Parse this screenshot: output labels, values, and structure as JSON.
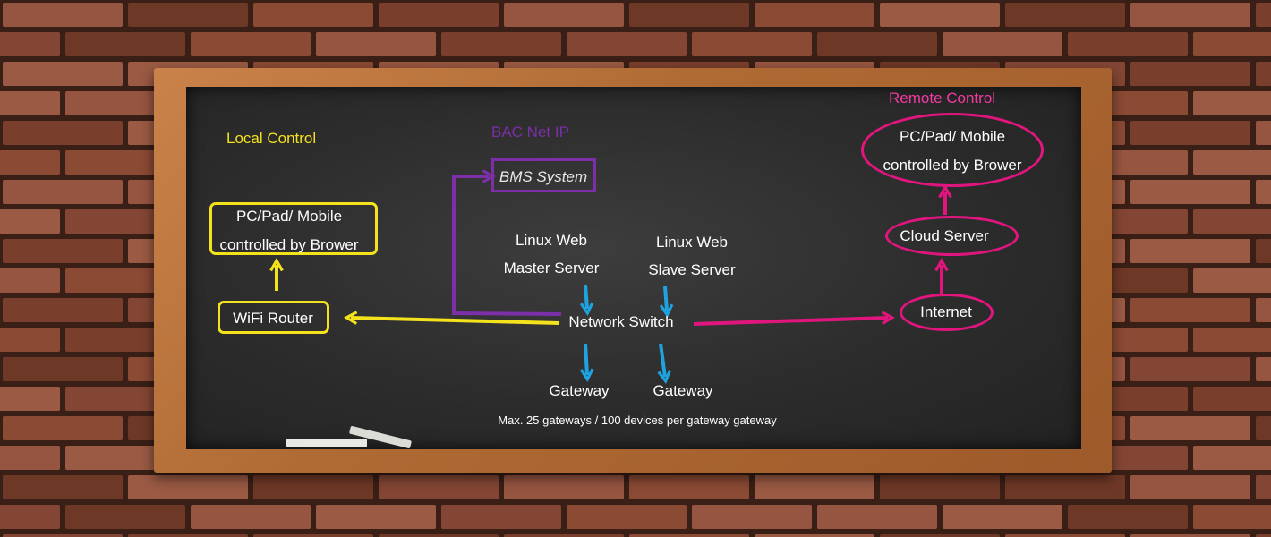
{
  "local": {
    "title": "Local Control",
    "client_line1": "PC/Pad/ Mobile",
    "client_line2": "controlled by Brower",
    "router": "WiFi Router"
  },
  "bacnet": {
    "title": "BAC Net IP",
    "bms": "BMS System"
  },
  "servers": {
    "master_line1": "Linux Web",
    "master_line2": "Master Server",
    "slave_line1": "Linux Web",
    "slave_line2": "Slave Server"
  },
  "switch": "Network Switch",
  "gateways": [
    "Gateway",
    "Gateway"
  ],
  "note": "Max. 25 gateways / 100 devices per gateway gateway",
  "remote": {
    "title": "Remote Control",
    "client_line1": "PC/Pad/ Mobile",
    "client_line2": "controlled by Brower",
    "cloud": "Cloud Server",
    "internet": "Internet"
  },
  "colors": {
    "local": "#f4e21c",
    "remote": "#e0167e",
    "bacnet": "#7c2fa8",
    "link": "#1fa3e0"
  }
}
